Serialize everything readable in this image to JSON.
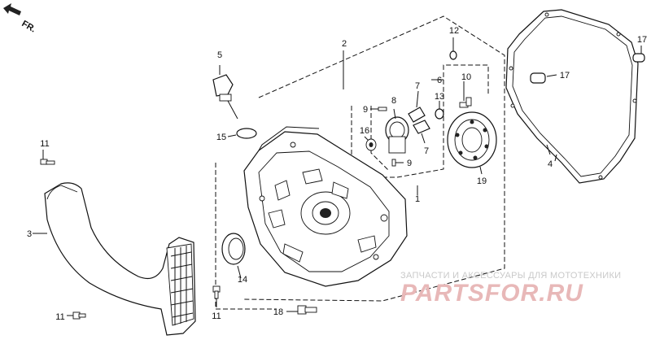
{
  "orientation_label": "FR.",
  "callouts": [
    {
      "id": "c-11a",
      "text": "11"
    },
    {
      "id": "c-3",
      "text": "3"
    },
    {
      "id": "c-11b",
      "text": "11"
    },
    {
      "id": "c-11c",
      "text": "11"
    },
    {
      "id": "c-5",
      "text": "5"
    },
    {
      "id": "c-15",
      "text": "15"
    },
    {
      "id": "c-2",
      "text": "2"
    },
    {
      "id": "c-12",
      "text": "12"
    },
    {
      "id": "c-6",
      "text": "6"
    },
    {
      "id": "c-7a",
      "text": "7"
    },
    {
      "id": "c-8",
      "text": "8"
    },
    {
      "id": "c-9a",
      "text": "9"
    },
    {
      "id": "c-13",
      "text": "13"
    },
    {
      "id": "c-10",
      "text": "10"
    },
    {
      "id": "c-16",
      "text": "16"
    },
    {
      "id": "c-7b",
      "text": "7"
    },
    {
      "id": "c-9b",
      "text": "9"
    },
    {
      "id": "c-1",
      "text": "1"
    },
    {
      "id": "c-19",
      "text": "19"
    },
    {
      "id": "c-17a",
      "text": "17"
    },
    {
      "id": "c-17b",
      "text": "17"
    },
    {
      "id": "c-4",
      "text": "4"
    },
    {
      "id": "c-14",
      "text": "14"
    },
    {
      "id": "c-18",
      "text": "18"
    }
  ],
  "watermark": {
    "tagline": "ЗАПЧАСТИ И АКСЕССУАРЫ ДЛЯ МОТОТЕХНИКИ",
    "logo": "PARTSFOR.RU"
  }
}
